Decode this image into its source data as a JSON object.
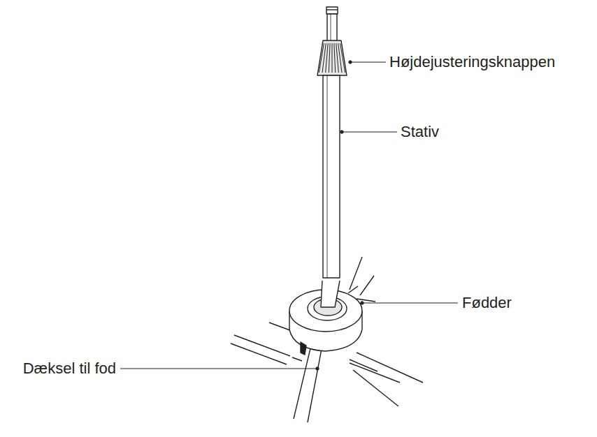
{
  "diagram": {
    "labels": [
      "Højdejusteringsknappen",
      "Stativ",
      "Fødder",
      "Dæksel til fod"
    ]
  }
}
